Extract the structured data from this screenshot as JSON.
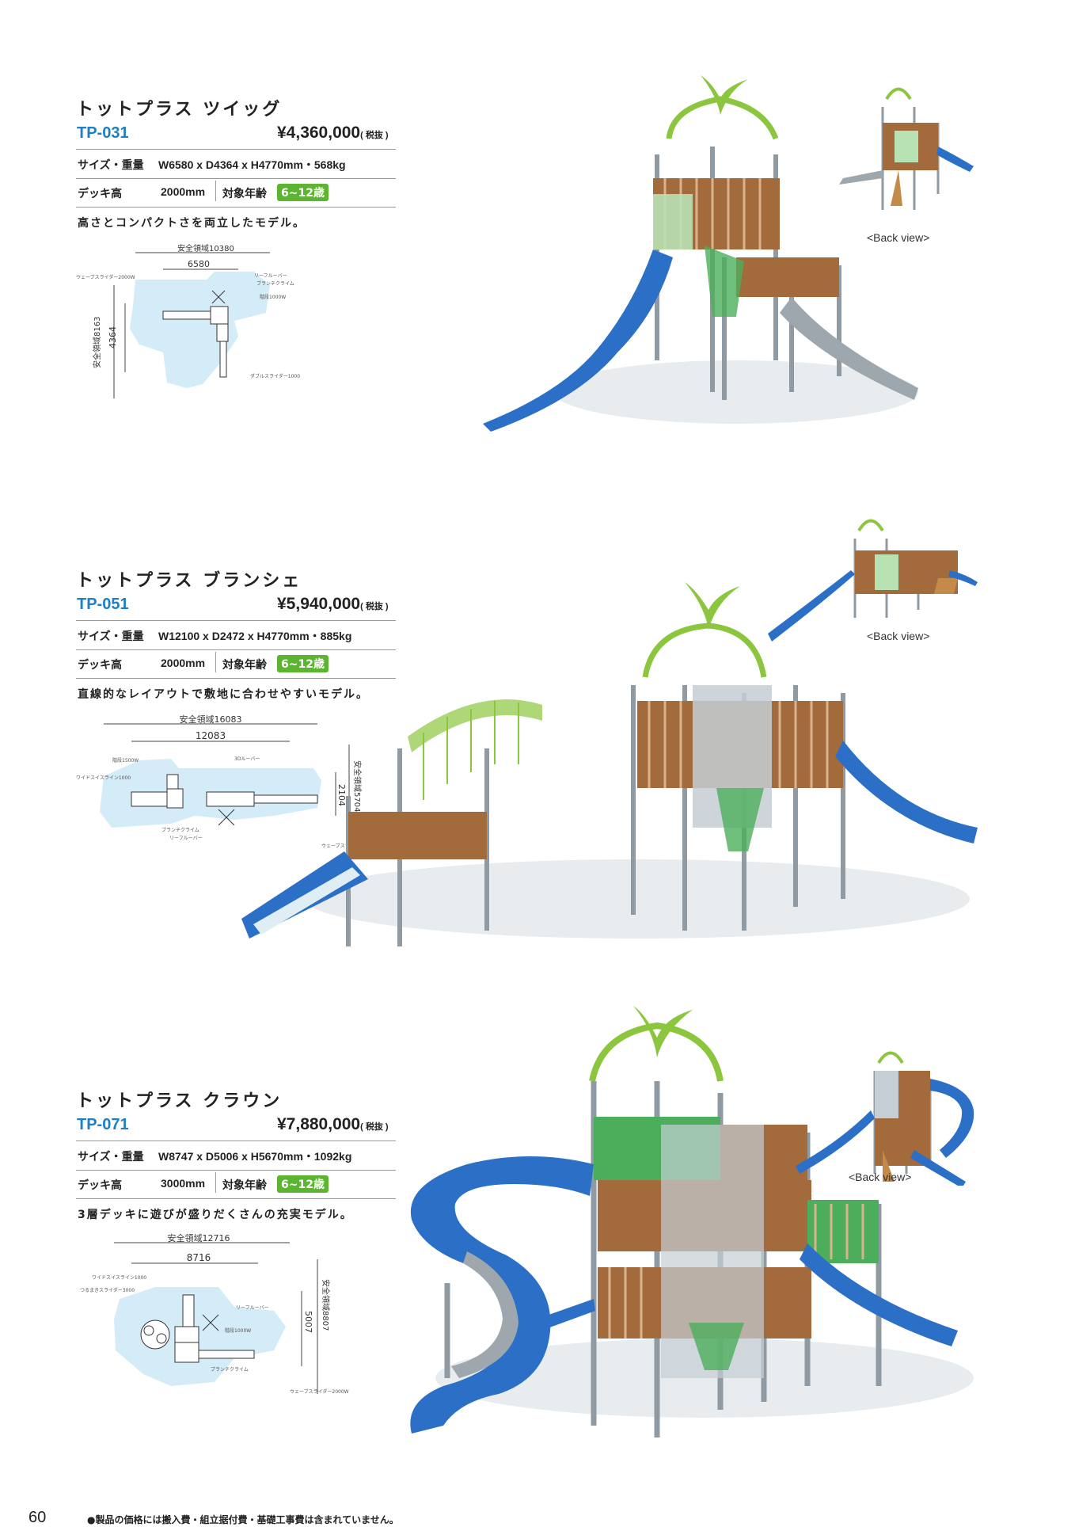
{
  "products": [
    {
      "name": "トットプラス ツイッグ",
      "code": "TP-031",
      "price": "¥4,360,000",
      "tax": "( 税抜 )",
      "size_label": "サイズ・重量",
      "size_value": "W6580 x D4364 x H4770mm・568kg",
      "deck_label": "デッキ高",
      "deck_value": "2000mm",
      "age_label": "対象年齢",
      "age_value": "6~12歳",
      "description": "高さとコンパクトさを両立したモデル。",
      "back_view": "<Back view>",
      "plan": {
        "safety_width": "安全領域10380",
        "width": "6580",
        "safety_depth": "安全領域8163",
        "depth": "4364",
        "labels": [
          "ウェーブスライダー2000W",
          "リーフルーバー",
          "ブランチクライム",
          "階段1000W",
          "ダブルスライダー1000"
        ]
      }
    },
    {
      "name": "トットプラス ブランシェ",
      "code": "TP-051",
      "price": "¥5,940,000",
      "tax": "( 税抜 )",
      "size_label": "サイズ・重量",
      "size_value": "W12100 x D2472 x H4770mm・885kg",
      "deck_label": "デッキ高",
      "deck_value": "2000mm",
      "age_label": "対象年齢",
      "age_value": "6~12歳",
      "description": "直線的なレイアウトで敷地に合わせやすいモデル。",
      "back_view": "<Back view>",
      "plan": {
        "safety_width": "安全領域16083",
        "width": "12083",
        "safety_depth": "安全領域5704",
        "depth": "2104",
        "labels": [
          "階段1500W",
          "ワイドスイスライン1000",
          "3Dルーバー",
          "ブランチクライム",
          "リーフルーバー",
          "ウェーブスライダー2000W"
        ]
      }
    },
    {
      "name": "トットプラス クラウン",
      "code": "TP-071",
      "price": "¥7,880,000",
      "tax": "( 税抜 )",
      "size_label": "サイズ・重量",
      "size_value": "W8747 x D5006 x H5670mm・1092kg",
      "deck_label": "デッキ高",
      "deck_value": "3000mm",
      "age_label": "対象年齢",
      "age_value": "6~12歳",
      "description": "3層デッキに遊びが盛りだくさんの充実モデル。",
      "back_view": "<Back view>",
      "plan": {
        "safety_width": "安全領域12716",
        "width": "8716",
        "safety_depth": "安全領域8807",
        "depth": "5007",
        "labels": [
          "ワイドスイスライン1000",
          "つるまきスライダー3000",
          "リーフルーバー",
          "階段1000W",
          "ブランチクライム",
          "ウェーブスライダー2000W"
        ]
      }
    }
  ],
  "page_number": "60",
  "footnote": "●製品の価格には搬入費・組立据付費・基礎工事費は含まれていません。",
  "colors": {
    "accent_blue": "#1d7fc4",
    "age_green": "#5cb531",
    "slide_blue": "#2b6fc7",
    "leaf_green": "#8cc63f"
  }
}
